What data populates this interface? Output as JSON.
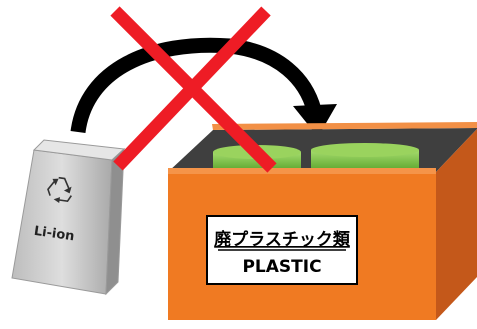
{
  "battery": {
    "icon": "recycle-icon",
    "label": "Li-ion",
    "color": "#cfcfcf"
  },
  "bin": {
    "label_jp": "廃プラスチック類",
    "label_en": "PLASTIC",
    "colors": {
      "front": "#f07a22",
      "side": "#c95b14",
      "top_rim": "#f28a3a",
      "interior": "#4a4a4a",
      "items": "#7cc242"
    }
  },
  "arrow": {
    "icon": "curved-arrow-icon",
    "color": "#000000"
  },
  "cross": {
    "icon": "prohibited-cross-icon",
    "color": "#ee1c25"
  }
}
